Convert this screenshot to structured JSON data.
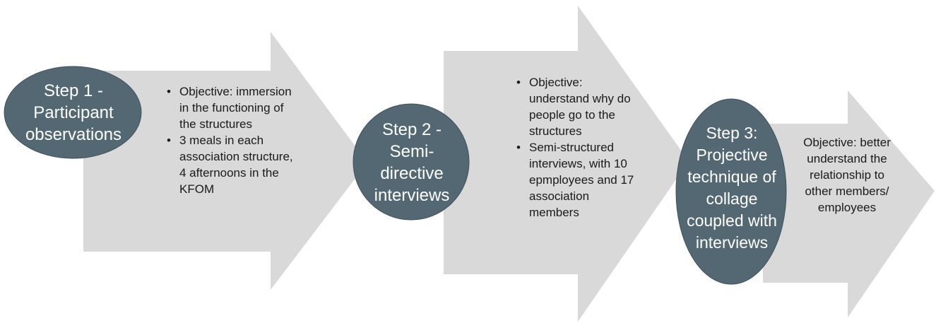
{
  "steps": [
    {
      "title": "Step 1 - Participant observations",
      "bullets": [
        "Objective: immersion in the functioning of the structures",
        "3 meals in each association structure, 4 afternoons in the KFOM"
      ]
    },
    {
      "title": "Step 2 - Semi-directive interviews",
      "bullets": [
        "Objective: understand why do people go to the structures",
        "Semi-structured interviews, with 10 epmployees and 17 association members"
      ]
    },
    {
      "title": "Step 3: Projective technique of collage coupled with interviews",
      "text": "Objective: better understand the relationship to other members/ employees"
    }
  ],
  "colors": {
    "arrow_fill": "#d9d9d9",
    "oval_fill": "#536873",
    "oval_text": "#ffffff",
    "body_text": "#1a1a1a"
  }
}
